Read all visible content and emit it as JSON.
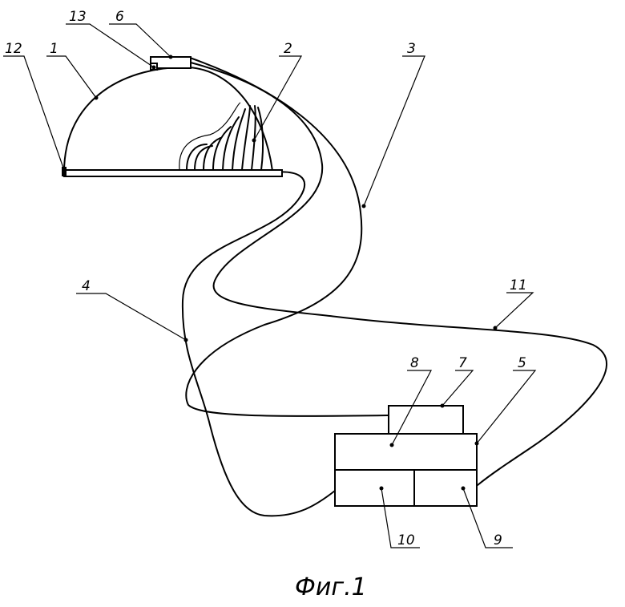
{
  "figure": {
    "caption": "Фиг.1",
    "labels": {
      "l1": "1",
      "l2": "2",
      "l3": "3",
      "l4": "4",
      "l5": "5",
      "l6": "6",
      "l7": "7",
      "l8": "8",
      "l9": "9",
      "l10": "10",
      "l11": "11",
      "l12": "12",
      "l13": "13"
    }
  }
}
